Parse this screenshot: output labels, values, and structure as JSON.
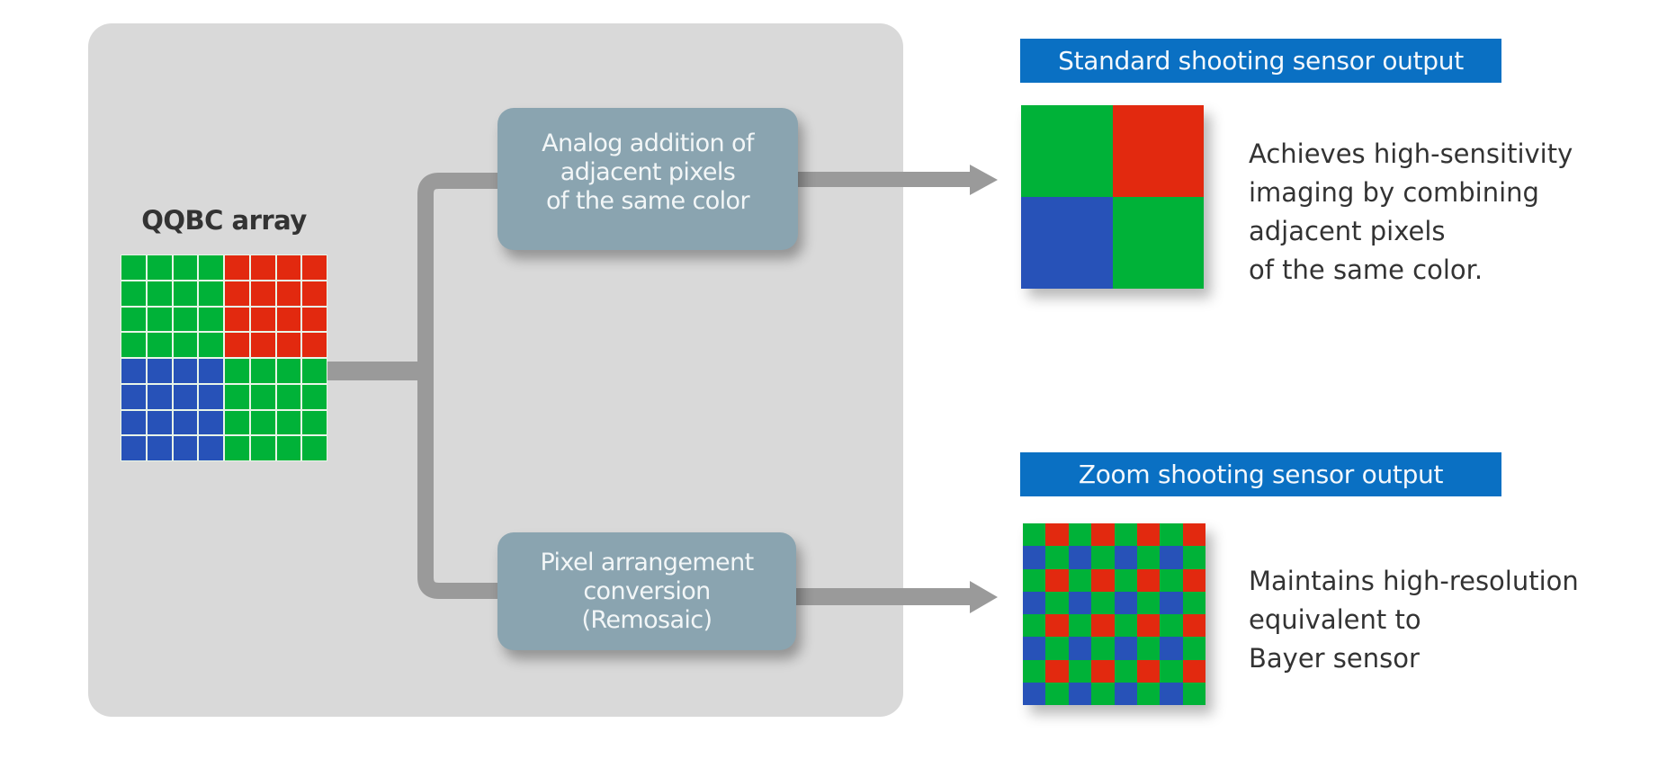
{
  "colors": {
    "green": "#00b238",
    "red": "#e2290f",
    "blue": "#2752b8",
    "panel": "#d9d9d9",
    "process_box": "#8aa4b0",
    "title_bar": "#0a70c3",
    "connector": "#9a9a9a"
  },
  "input": {
    "label": "QQBC array",
    "grid_rows": 8,
    "grid_cols": 8,
    "pattern": [
      [
        "G",
        "G",
        "G",
        "G",
        "R",
        "R",
        "R",
        "R"
      ],
      [
        "G",
        "G",
        "G",
        "G",
        "R",
        "R",
        "R",
        "R"
      ],
      [
        "G",
        "G",
        "G",
        "G",
        "R",
        "R",
        "R",
        "R"
      ],
      [
        "G",
        "G",
        "G",
        "G",
        "R",
        "R",
        "R",
        "R"
      ],
      [
        "B",
        "B",
        "B",
        "B",
        "G",
        "G",
        "G",
        "G"
      ],
      [
        "B",
        "B",
        "B",
        "B",
        "G",
        "G",
        "G",
        "G"
      ],
      [
        "B",
        "B",
        "B",
        "B",
        "G",
        "G",
        "G",
        "G"
      ],
      [
        "B",
        "B",
        "B",
        "B",
        "G",
        "G",
        "G",
        "G"
      ]
    ]
  },
  "processes": [
    {
      "lines": [
        "Analog addition of",
        "adjacent pixels",
        "of the same color"
      ]
    },
    {
      "lines": [
        "Pixel arrangement",
        "conversion",
        "(Remosaic)"
      ]
    }
  ],
  "outputs": [
    {
      "title": "Standard shooting sensor output",
      "pattern": [
        [
          "G",
          "R"
        ],
        [
          "B",
          "G"
        ]
      ],
      "description": [
        "Achieves high-sensitivity",
        "imaging by combining",
        "adjacent pixels",
        "of the same color."
      ]
    },
    {
      "title": "Zoom shooting sensor output",
      "pattern": [
        [
          "G",
          "R",
          "G",
          "R",
          "G",
          "R",
          "G",
          "R"
        ],
        [
          "B",
          "G",
          "B",
          "G",
          "B",
          "G",
          "B",
          "G"
        ],
        [
          "G",
          "R",
          "G",
          "R",
          "G",
          "R",
          "G",
          "R"
        ],
        [
          "B",
          "G",
          "B",
          "G",
          "B",
          "G",
          "B",
          "G"
        ],
        [
          "G",
          "R",
          "G",
          "R",
          "G",
          "R",
          "G",
          "R"
        ],
        [
          "B",
          "G",
          "B",
          "G",
          "B",
          "G",
          "B",
          "G"
        ],
        [
          "G",
          "R",
          "G",
          "R",
          "G",
          "R",
          "G",
          "R"
        ],
        [
          "B",
          "G",
          "B",
          "G",
          "B",
          "G",
          "B",
          "G"
        ]
      ],
      "description": [
        "Maintains high-resolution",
        "equivalent to",
        "Bayer sensor"
      ]
    }
  ]
}
